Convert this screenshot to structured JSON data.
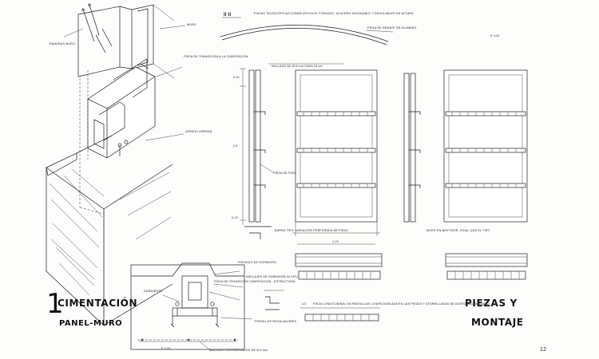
{
  "title_left": {
    "number": "1",
    "line1": "CIMENTACIÓN",
    "line2": "PANEL-MURO"
  },
  "title_right": {
    "line1": "PIEZAS Y",
    "line2": "MONTAJE"
  },
  "page_number": "12",
  "iso_labels": {
    "wall": "MURO",
    "anchors": "RANURAS MURO",
    "transition": "PIEZA DE TRANSICIÓN A LA CIMENTACIÓN",
    "footing": "ZAPATA CORRIDA"
  },
  "section_labels": {
    "beam_top": "FORJADO DE HORMIGÓN",
    "anchoring": "ANCLAJES DE HORMIGÓN IN SITU",
    "transition": "PIEZA DE TRANSICIÓN CIMENTACIÓN - ESTRUCTURA",
    "bolts": "TORNILLOS REGULADORES",
    "mesh": "MALLAZO CON REDONDOS DE Ø 8 mm",
    "insert": "DURMIENTE",
    "scale": "E 1/20"
  },
  "elevation_labels": {
    "top_note": "PIEZAS TELESCÓPICAS DONDE APOYA EL FORJADO: 18 ACERO INOXIDABLE Y REGULABLES EN ALTURA",
    "curve_note": "PIEZA DE REMATE DE ALUMINIO",
    "roman": "II  II",
    "mesh_note": "MALLAZO DE Ø 6 mm CADA 15 cm",
    "dim_top": "0,30",
    "dim_mid": "2,5",
    "dim_low": "0,15",
    "dim_width": "1,25",
    "hook": "PIEZA DE PUENTE",
    "left_caption": "BARRA TIPO: VARIACIÓN PERFORADA DE PIEZA",
    "right_caption": "MURO EN BASTIDOR: IGUAL QUE EL TIPO",
    "profile_note": "PIEZA LONGITUDINAL EN PANTALLAS: CHAPA DOBLADA EN LAS PIEZAS Y ATORNILLADAS DE ACERO GALVANIZADO",
    "profile_index": "1/2",
    "scale": "E 1/20"
  }
}
